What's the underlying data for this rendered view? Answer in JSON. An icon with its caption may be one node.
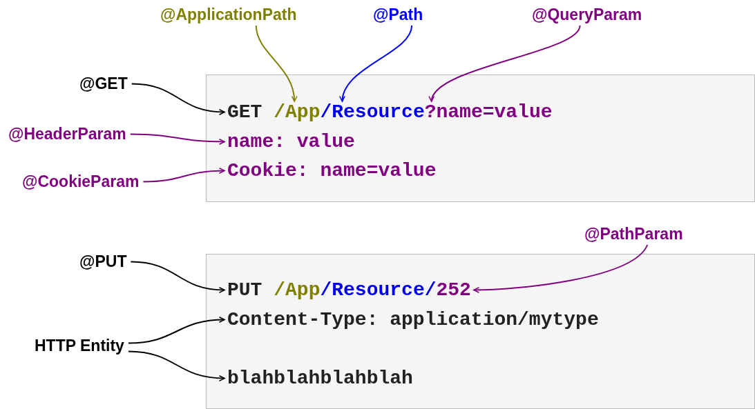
{
  "diagram": {
    "nodes": [
      {
        "text": [],
        "shape": "box"
      },
      {
        "text": [
          "GET"
        ],
        "in": 0
      },
      {
        "text": [
          "/App"
        ],
        "in": 0
      },
      {
        "text": [
          "/Resource"
        ],
        "in": 0
      },
      {
        "text": [
          "?name=value"
        ],
        "in": 0
      },
      {
        "text": [
          "name: value"
        ],
        "in": 0
      },
      {
        "text": [
          "Cookie: name=value"
        ],
        "in": 0
      },
      {
        "text": [
          "@ApplicationPath"
        ]
      },
      {
        "text": [
          "@Path"
        ]
      },
      {
        "text": [
          "@QueryParam"
        ]
      },
      {
        "text": [
          "@GET"
        ]
      },
      {
        "text": [
          "@HeaderParam"
        ]
      },
      {
        "text": [
          "@CookieParam"
        ]
      },
      {
        "text": [],
        "shape": "box"
      },
      {
        "text": [
          "PUT"
        ],
        "in": 13
      },
      {
        "text": [
          "/App"
        ],
        "in": 13
      },
      {
        "text": [
          "/Resource/"
        ],
        "in": 13
      },
      {
        "text": [
          "252"
        ],
        "in": 13
      },
      {
        "text": [
          "Content-Type: application/mytype"
        ],
        "in": 13
      },
      {
        "text": [
          "blahblahblahblah"
        ],
        "in": 13
      },
      {
        "text": [
          "@PathParam"
        ]
      },
      {
        "text": [
          "@PUT"
        ]
      },
      {
        "text": [
          "HTTP Entity"
        ]
      }
    ],
    "edges": [
      {
        "from": 7,
        "to": 2,
        "arrow": "to",
        "color": "#808000"
      },
      {
        "from": 8,
        "to": 3,
        "arrow": "to",
        "color": "#0000ff"
      },
      {
        "from": 9,
        "to": 4,
        "arrow": "to",
        "color": "#800080"
      },
      {
        "from": 10,
        "to": 1,
        "arrow": "to",
        "color": "#000000"
      },
      {
        "from": 11,
        "to": 5,
        "arrow": "to",
        "color": "#800080"
      },
      {
        "from": 12,
        "to": 6,
        "arrow": "to",
        "color": "#800080"
      },
      {
        "from": 20,
        "to": 17,
        "arrow": "to",
        "color": "#800080"
      },
      {
        "from": 21,
        "to": 14,
        "arrow": "to",
        "color": "#000000"
      },
      {
        "from": 22,
        "to": 18,
        "arrow": "to",
        "color": "#000000"
      },
      {
        "from": 22,
        "to": 19,
        "arrow": "to",
        "color": "#000000"
      }
    ]
  }
}
